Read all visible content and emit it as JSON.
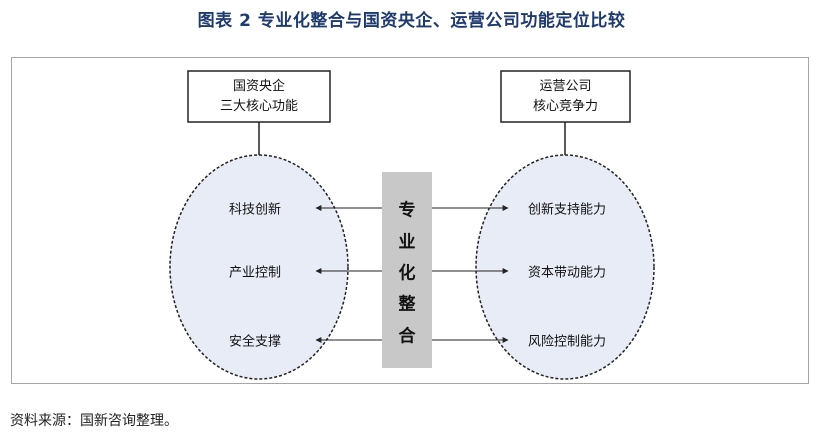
{
  "title": "图表 2  专业化整合与国资央企、运营公司功能定位比较",
  "left_box": {
    "line1": "国资央企",
    "line2": "三大核心功能"
  },
  "right_box": {
    "line1": "运营公司",
    "line2": "核心竞争力"
  },
  "left_items": [
    "科技创新",
    "产业控制",
    "安全支撑"
  ],
  "right_items": [
    "创新支持能力",
    "资本带动能力",
    "风险控制能力"
  ],
  "center_chars": [
    "专",
    "业",
    "化",
    "整",
    "合"
  ],
  "source": "资料来源：国新咨询整理。"
}
